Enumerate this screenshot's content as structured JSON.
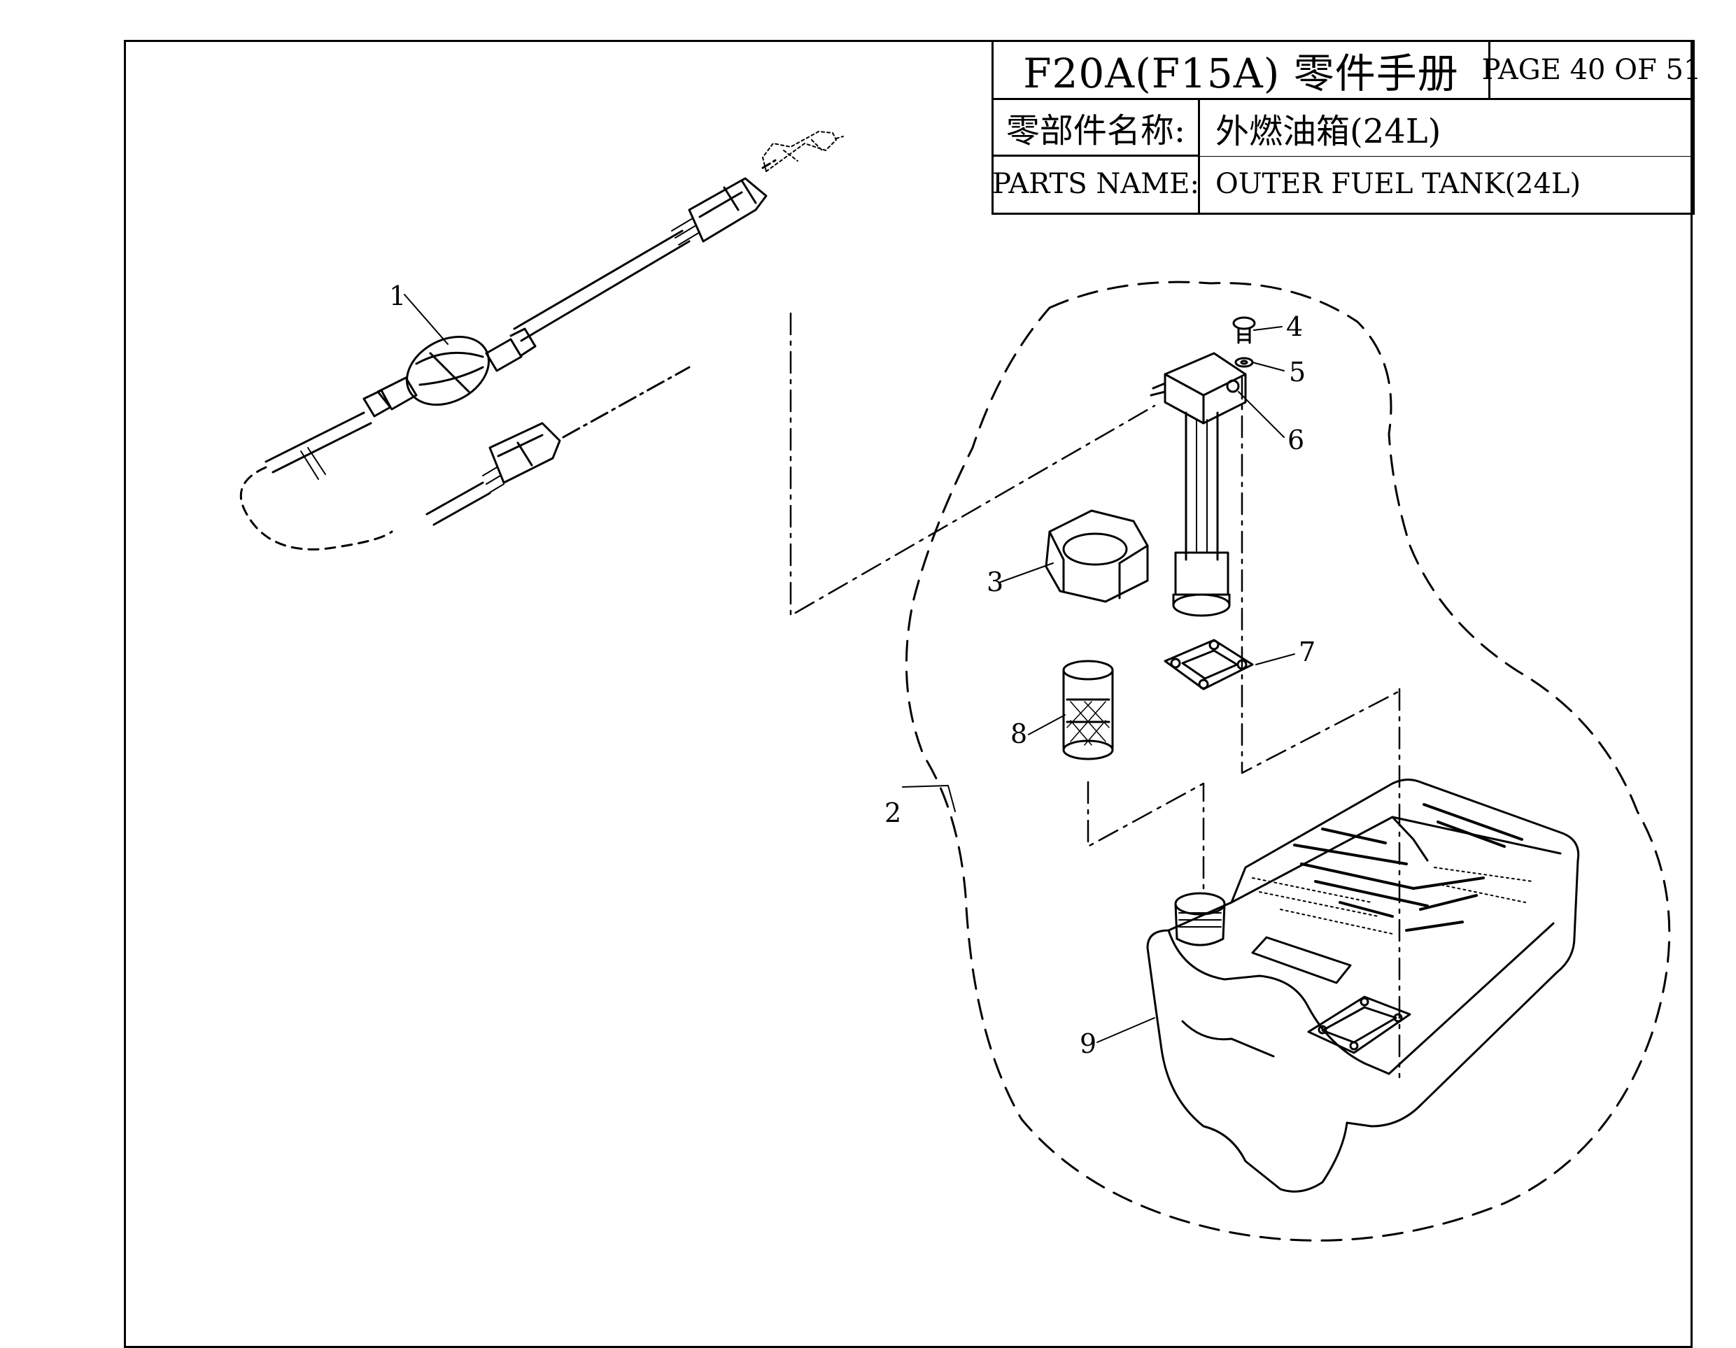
{
  "title_block": {
    "manual_title": "F20A(F15A) 零件手册",
    "page": "PAGE 40 OF 51",
    "name_label_cn": "零部件名称:",
    "name_value_cn": "外燃油箱(24L)",
    "name_label_en": "PARTS NAME:",
    "name_value_en": "OUTER FUEL TANK(24L)"
  },
  "callouts": [
    "1",
    "2",
    "3",
    "4",
    "5",
    "6",
    "7",
    "8",
    "9"
  ]
}
